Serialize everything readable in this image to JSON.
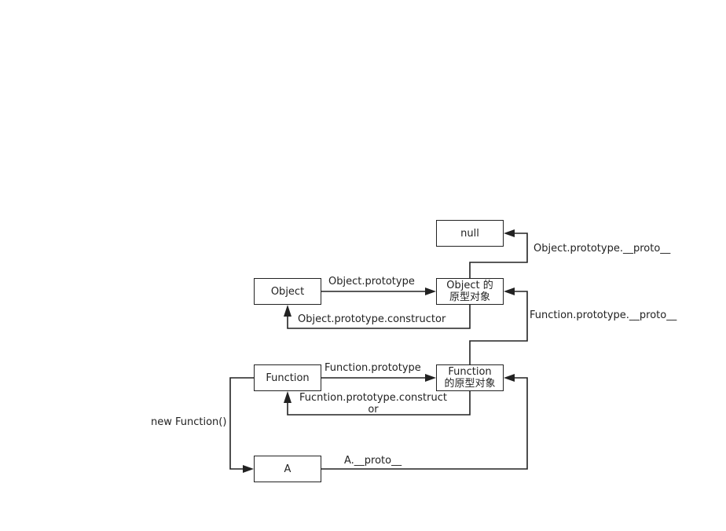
{
  "nodes": {
    "null": {
      "line1": "null",
      "line2": ""
    },
    "object": {
      "line1": "Object",
      "line2": ""
    },
    "object_proto": {
      "line1": "Object 的",
      "line2": "原型对象"
    },
    "function": {
      "line1": "Function",
      "line2": ""
    },
    "function_proto": {
      "line1": "Function",
      "line2": "的原型对象"
    },
    "a": {
      "line1": "A",
      "line2": ""
    }
  },
  "edges": {
    "object_prototype": "Object.prototype",
    "object_prototype_proto": "Object.prototype.__proto__",
    "object_prototype_constructor": "Object.prototype.constructor",
    "function_prototype_proto": "Function.prototype.__proto__",
    "function_prototype": "Function.prototype",
    "function_prototype_constructor_1": "Fucntion.prototype.construct",
    "function_prototype_constructor_2": "or",
    "new_function": "new Function()",
    "a_proto": "A.__proto__"
  }
}
